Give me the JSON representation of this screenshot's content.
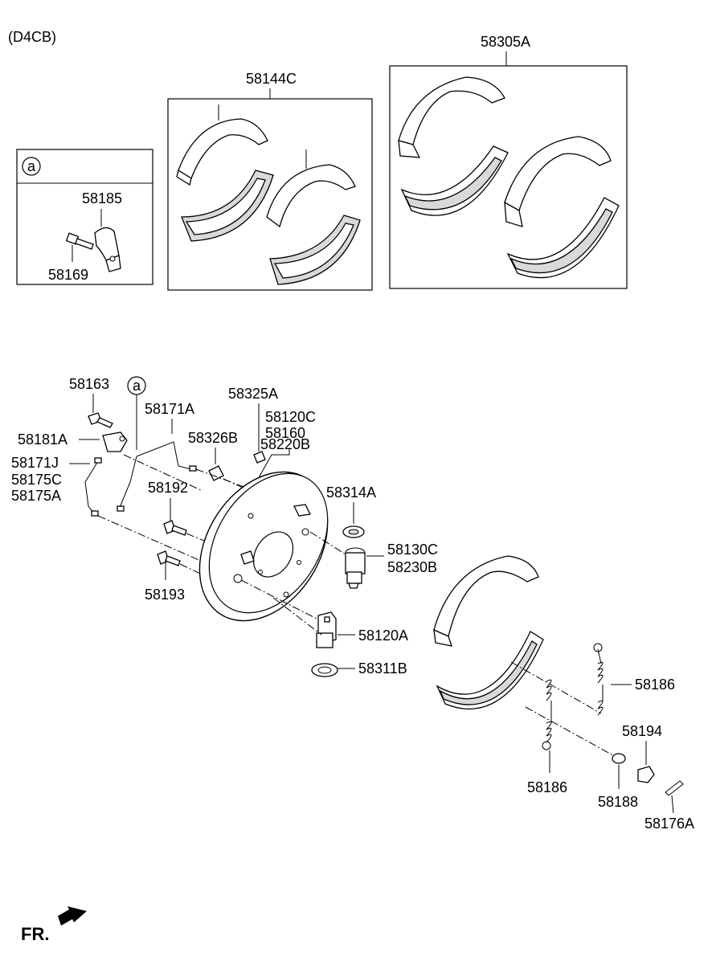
{
  "model_code": "(D4CB)",
  "ref_marker": "a",
  "direction_label": "FR.",
  "callouts": {
    "p58305A": "58305A",
    "p58144C": "58144C",
    "p58185": "58185",
    "p58169": "58169",
    "p58163": "58163",
    "p58171A": "58171A",
    "p58325A": "58325A",
    "p58120C": "58120C",
    "p58160": "58160",
    "p58220B": "58220B",
    "p58181A": "58181A",
    "p58326B": "58326B",
    "p58171J": "58171J",
    "p58175C": "58175C",
    "p58175A": "58175A",
    "p58192": "58192",
    "p58314A": "58314A",
    "p58130C": "58130C",
    "p58230B": "58230B",
    "p58193": "58193",
    "p58120A": "58120A",
    "p58311B": "58311B",
    "p58186_right": "58186",
    "p58194": "58194",
    "p58186_left": "58186",
    "p58188": "58188",
    "p58176A": "58176A"
  }
}
